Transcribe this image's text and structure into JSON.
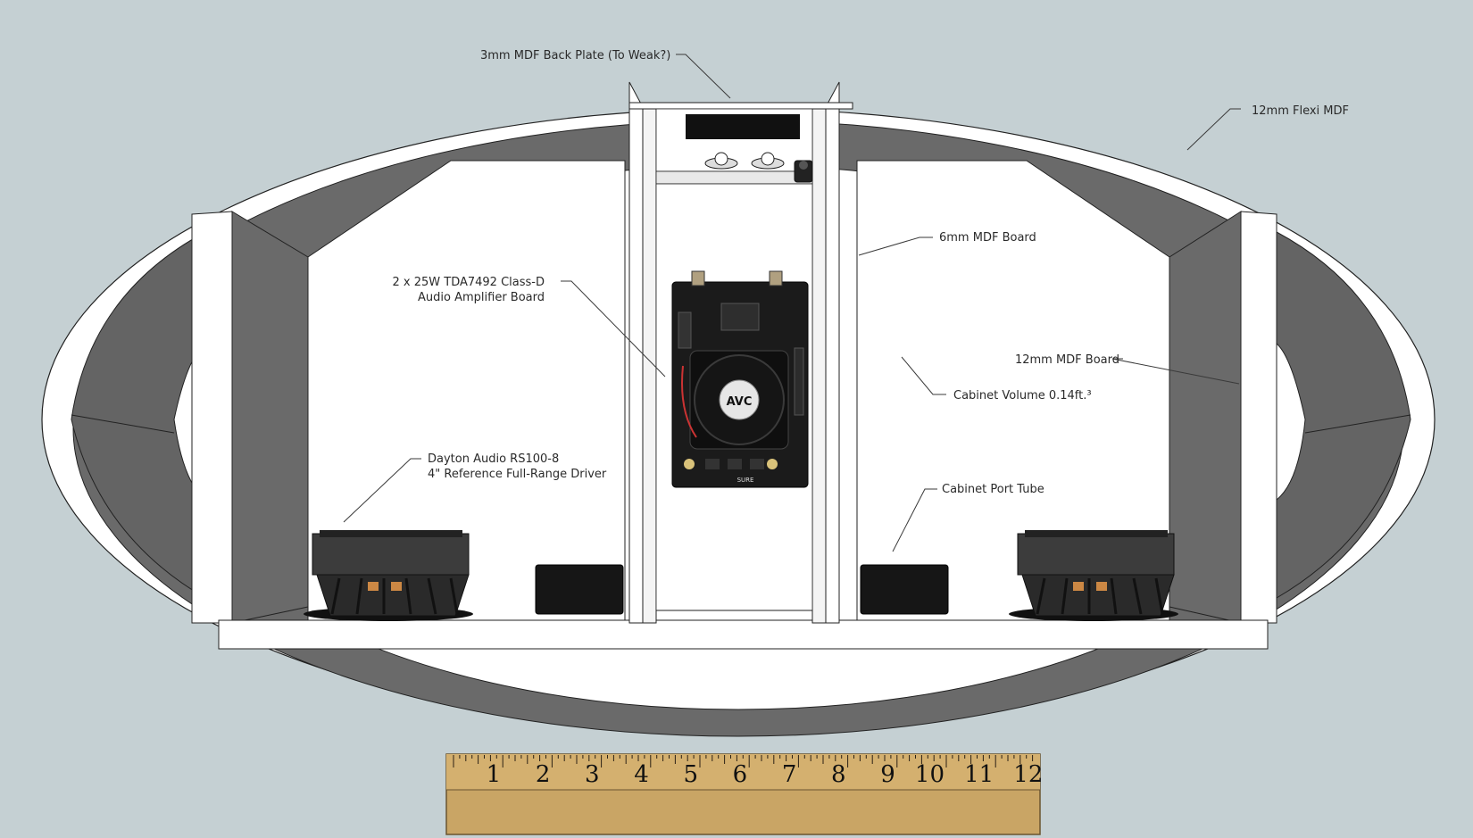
{
  "annotations": {
    "back_plate": "3mm MDF Back Plate (To Weak?)",
    "flexi_mdf": "12mm Flexi MDF",
    "mdf_6mm": "6mm MDF Board",
    "amp_line1": "2 x 25W TDA7492 Class-D",
    "amp_line2": "Audio Amplifier Board",
    "mdf_12mm": "12mm MDF Board",
    "cabinet_volume": "Cabinet Volume 0.14ft.³",
    "driver_line1": "Dayton Audio RS100-8",
    "driver_line2": "4\" Reference Full-Range Driver",
    "port_tube": "Cabinet Port Tube"
  },
  "amp_board": {
    "fan_label": "AVC",
    "brand_label": "SURE"
  },
  "ruler": {
    "numbers": [
      "1",
      "2",
      "3",
      "4",
      "5",
      "6",
      "7",
      "8",
      "9",
      "10",
      "11",
      "12"
    ]
  },
  "colors": {
    "background": "#c5d0d3",
    "panel_light": "#ffffff",
    "panel_dark": "#6e6e6e",
    "ruler_wood": "#c9a565",
    "pcb": "#1b1b1b"
  }
}
